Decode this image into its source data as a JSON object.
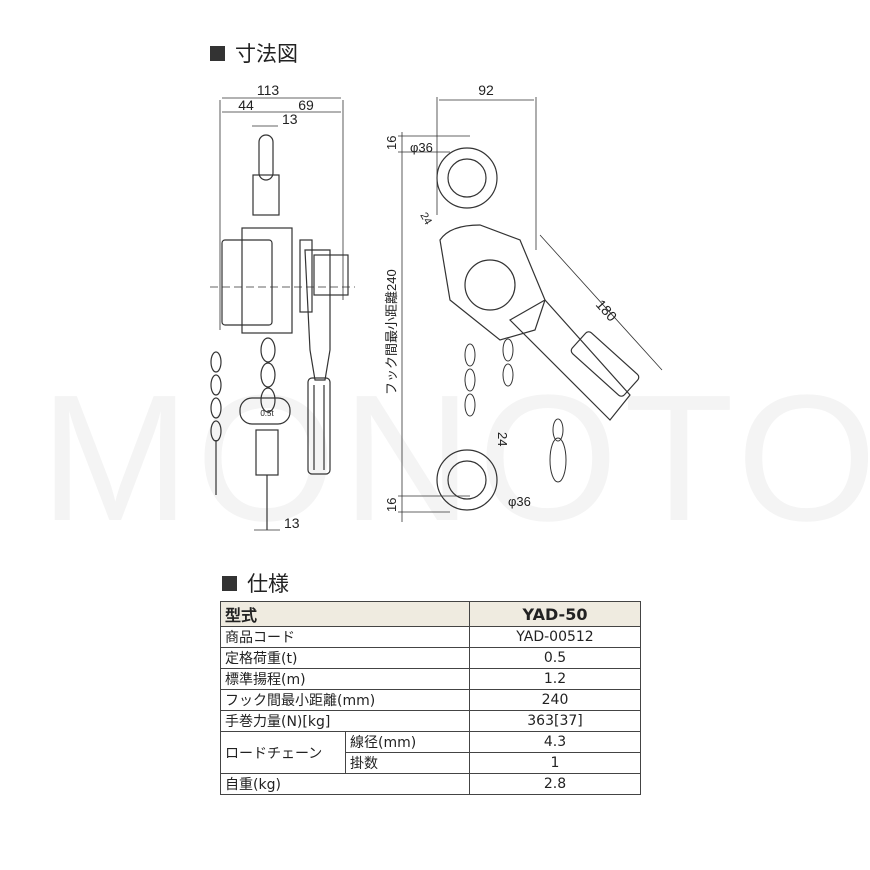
{
  "watermark": "MONOTOOL",
  "dimensions_section": {
    "title": "寸法図",
    "labels": {
      "width_total": "113",
      "width_left": "44",
      "width_right": "69",
      "top_hook_width": "13",
      "bottom_hook_width": "13",
      "side_width": "92",
      "top_hook_offset": "16",
      "top_hook_diameter": "φ36",
      "top_hook_opening": "24",
      "min_hook_distance": "フック間最小距離240",
      "lever_length": "180",
      "bottom_hook_opening": "24",
      "bottom_hook_diameter": "φ36",
      "bottom_hook_offset": "16",
      "capacity_plate": "0.5t"
    }
  },
  "spec_section": {
    "title": "仕様",
    "header": {
      "label": "型式",
      "value": "YAD-50"
    },
    "rows": [
      {
        "label": "商品コード",
        "value": "YAD-00512"
      },
      {
        "label": "定格荷重(t)",
        "value": "0.5"
      },
      {
        "label": "標準揚程(m)",
        "value": "1.2"
      },
      {
        "label": "フック間最小距離(mm)",
        "value": "240"
      },
      {
        "label": "手巻力量(N)[kg]",
        "value": "363[37]"
      }
    ],
    "chain": {
      "label": "ロードチェーン",
      "sub": [
        {
          "label": "線径(mm)",
          "value": "4.3"
        },
        {
          "label": "掛数",
          "value": "1"
        }
      ]
    },
    "weight": {
      "label": "自重(kg)",
      "value": "2.8"
    }
  }
}
